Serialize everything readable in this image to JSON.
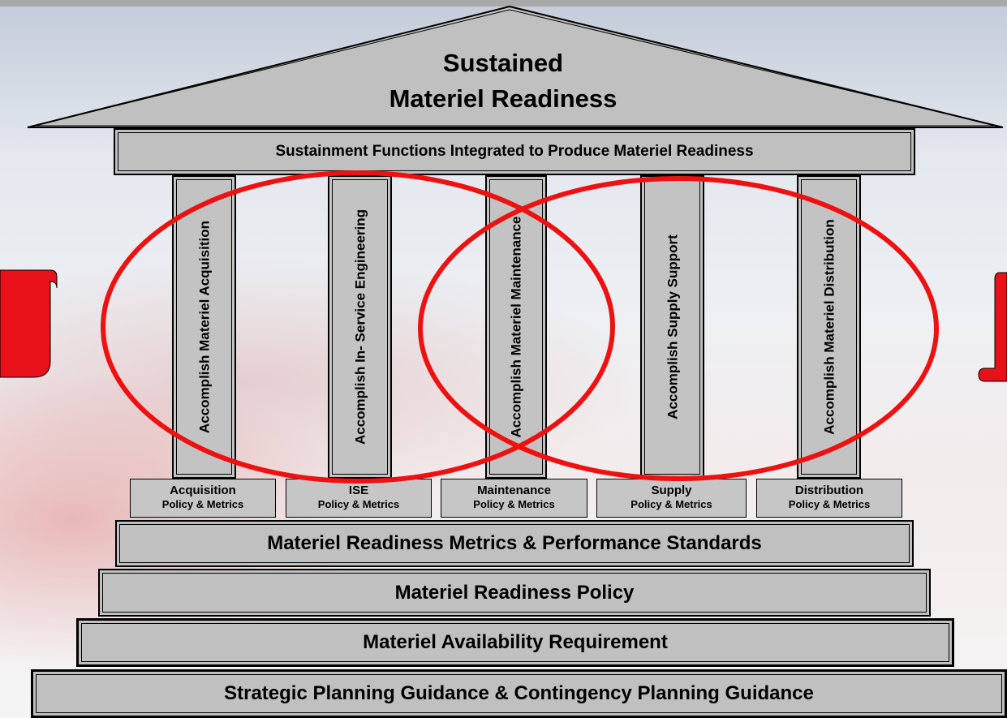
{
  "roof": {
    "title_line1": "Sustained",
    "title_line2": "Materiel Readiness"
  },
  "entablature": "Sustainment Functions Integrated to Produce Materiel Readiness",
  "pillars": [
    {
      "label": "Accomplish Materiel Acquisition"
    },
    {
      "label": "Accomplish In- Service Engineering"
    },
    {
      "label": "Accomplish Materiel Maintenance"
    },
    {
      "label": "Accomplish Supply Support"
    },
    {
      "label": "Accomplish Materiel Distribution"
    }
  ],
  "bases": [
    {
      "line1": "Acquisition",
      "line2": "Policy & Metrics"
    },
    {
      "line1": "ISE",
      "line2": "Policy & Metrics"
    },
    {
      "line1": "Maintenance",
      "line2": "Policy & Metrics"
    },
    {
      "line1": "Supply",
      "line2": "Policy & Metrics"
    },
    {
      "line1": "Distribution",
      "line2": "Policy & Metrics"
    }
  ],
  "tiers": {
    "metrics": "Materiel Readiness Metrics & Performance Standards",
    "policy": "Materiel Readiness Policy",
    "availability": "Materiel Availability Requirement",
    "guidance": "Strategic Planning Guidance & Contingency Planning Guidance"
  },
  "colors": {
    "stone": "#c0c0c0",
    "outline": "#000000",
    "ellipse": "#ee1111",
    "ribbon": "#e8111a"
  }
}
